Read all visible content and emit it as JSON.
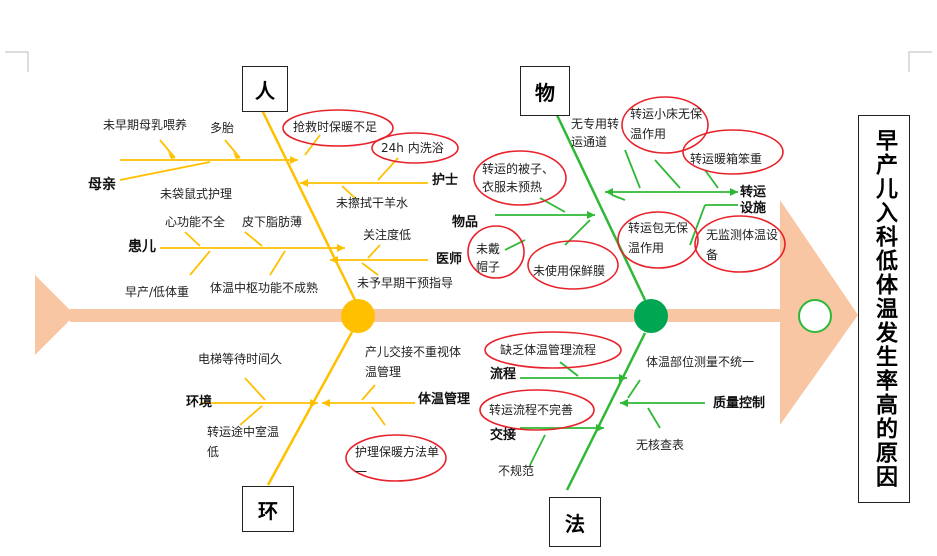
{
  "categories": {
    "ren": "人",
    "wu": "物",
    "huan": "环",
    "fa": "法"
  },
  "effect": "早产儿入科低体温发生率高的原因",
  "ren_branch": {
    "mother_label": "母亲",
    "mother_causes": [
      "未早期母乳喂养",
      "多胎",
      "未袋鼠式护理"
    ],
    "infant_label": "患儿",
    "infant_causes": [
      "心功能不全",
      "皮下脂肪薄",
      "早产/低体重",
      "体温中枢功能不成熟"
    ],
    "nurse_label": "护士",
    "nurse_causes": [
      "抢救时保暖不足",
      "24h 内洗浴",
      "未擦拭干羊水"
    ],
    "doctor_label": "医师",
    "doctor_causes": [
      "关注度低",
      "未予早期干预指导"
    ]
  },
  "wu_branch": {
    "items_label": "物品",
    "items_causes": [
      "转运的被子、衣服未预热",
      "未戴帽子",
      "未使用保鲜膜"
    ],
    "transport_label": "转运设施",
    "transport_causes": [
      "无专用转运通道",
      "转运小床无保温作用",
      "转运暖箱笨重",
      "转运包无保温作用",
      "无监测体温设备"
    ]
  },
  "huan_branch": {
    "env_label": "环境",
    "env_causes": [
      "电梯等待时间久",
      "转运途中室温低"
    ],
    "handover_label": "体温管理",
    "handover_causes": [
      "产儿交接不重视体温管理",
      "护理保暖方法单一"
    ]
  },
  "fa_branch": {
    "process_label": "流程",
    "process_causes": [
      "缺乏体温管理流程"
    ],
    "handover_label": "交接",
    "handover_causes": [
      "转运流程不完善",
      "不规范"
    ],
    "quality_label": "质量控制",
    "quality_causes": [
      "体温部位测量不统一",
      "无核查表"
    ]
  },
  "colors": {
    "spine": "#f9c6a3",
    "ren_huan": "#ffc000",
    "wu_fa": "#2eb836",
    "highlight": "#e8222b",
    "node_left": "#ffc000",
    "node_right": "#00a651"
  }
}
